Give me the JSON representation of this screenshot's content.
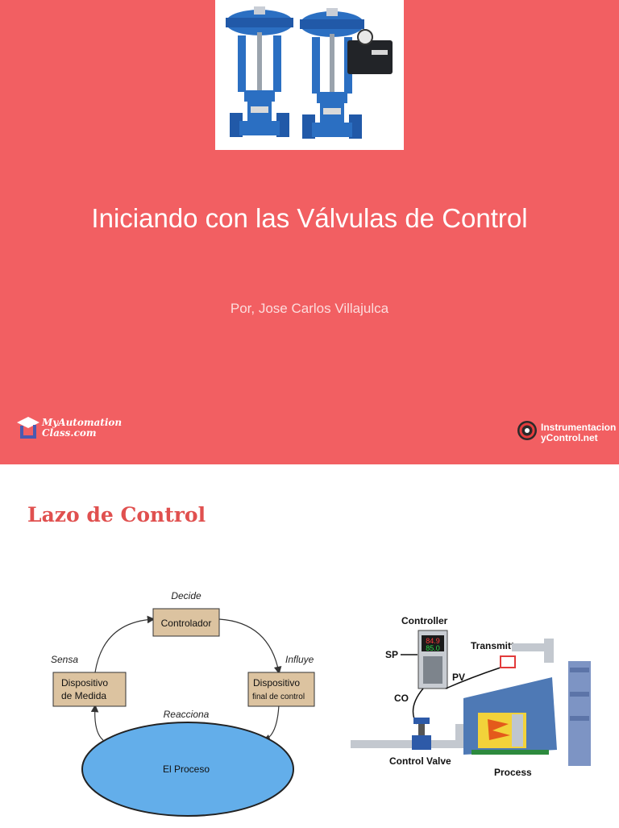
{
  "slide1": {
    "title": "Iniciando con las Válvulas de Control",
    "author": "Por, Jose Carlos Villajulca",
    "logo_left": {
      "line1": "MyAutomation",
      "line2": "Class.com",
      "icon": "graduation-cap-icon"
    },
    "logo_right": {
      "line1": "Instrumentacion",
      "line2": "yControl.net",
      "icon": "gauge-icon"
    },
    "background_color": "#f25f62"
  },
  "slide2": {
    "title": "Lazo de Control",
    "title_color": "#e0504f",
    "loop": {
      "decide": "Decide",
      "controller": "Controlador",
      "sensa": "Sensa",
      "influye": "Influye",
      "medida_line1": "Dispositivo",
      "medida_line2": "de Medida",
      "final_line1": "Dispositivo",
      "final_line2": "final de control",
      "reacciona": "Reacciona",
      "process": "El Proceso"
    },
    "process": {
      "controller": "Controller",
      "sp": "SP",
      "pv": "PV",
      "co": "CO",
      "transmitter": "Transmitter",
      "control_valve": "Control Valve",
      "process": "Process",
      "display_top": "84.9",
      "display_bottom": "85.0"
    }
  }
}
